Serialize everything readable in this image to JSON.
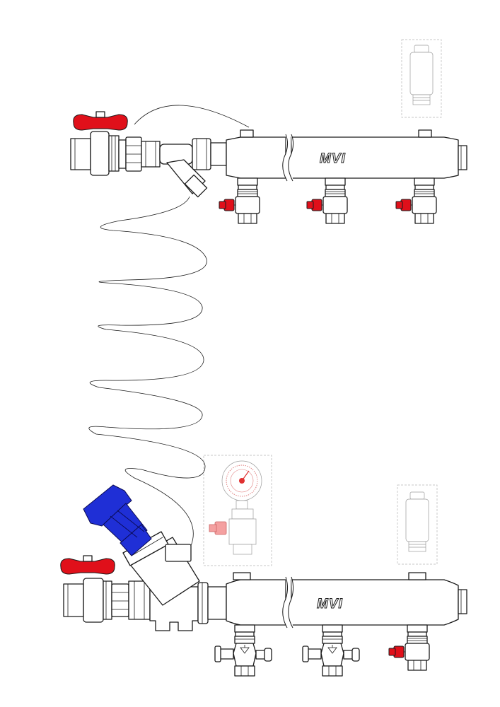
{
  "brand": {
    "upper_manifold_label": "MVI",
    "lower_manifold_label": "MVI"
  },
  "colors": {
    "handle_red": "#e0101a",
    "handle_blue": "#1f2fd6",
    "outline": "#1a1a1a",
    "ghost_outline": "#9a9a9a"
  },
  "components": {
    "upper_assembly": [
      "ball-valve-red-butterfly",
      "y-strainer",
      "manifold-bar",
      "outlet-valve",
      "outlet-valve",
      "outlet-valve",
      "air-vent-ghost"
    ],
    "lower_assembly": [
      "ball-valve-red-butterfly",
      "balancing-valve-blue",
      "manifold-bar",
      "outlet-valve",
      "outlet-valve",
      "outlet-valve",
      "pressure-gauge-ghost",
      "air-vent-ghost"
    ],
    "connector": "spiral-cable"
  }
}
